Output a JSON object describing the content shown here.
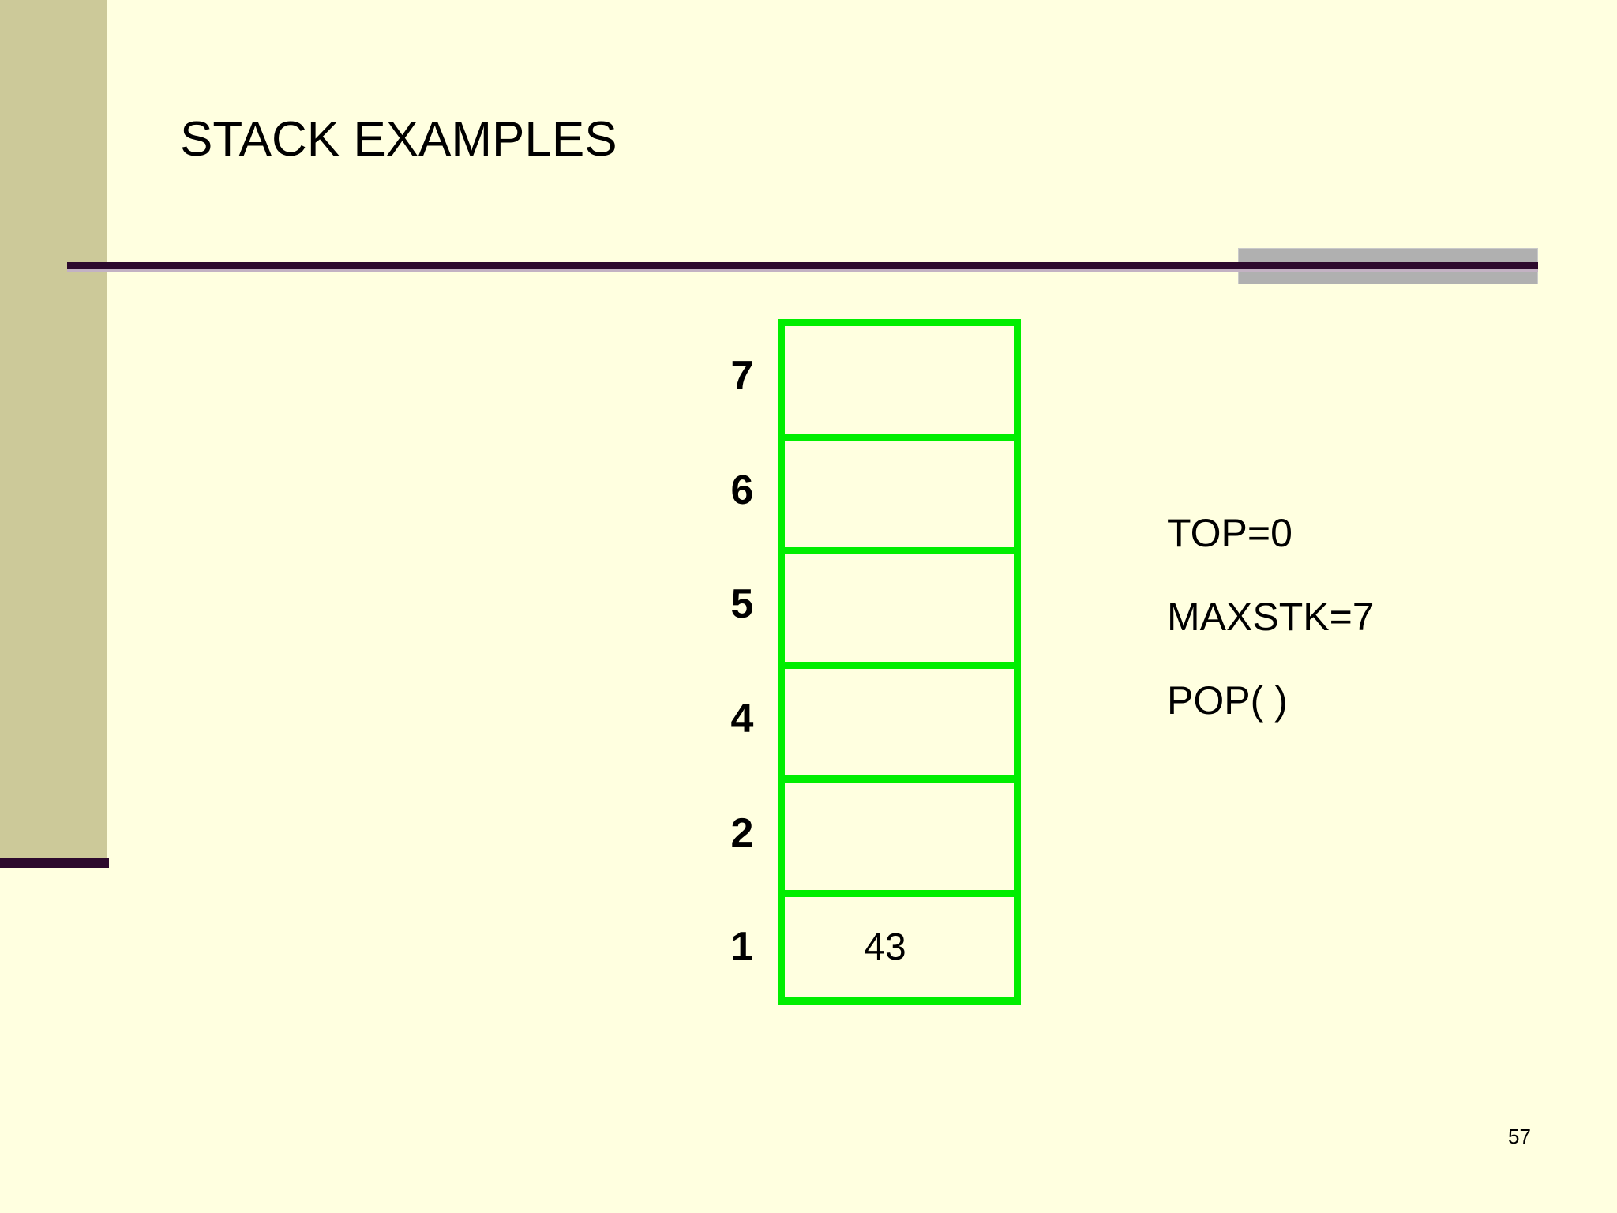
{
  "slide": {
    "title": "STACK EXAMPLES",
    "page_number": "57",
    "colors": {
      "background": "#FFFFE0",
      "sidebar_band": "#CCC999",
      "sidebar_foot": "#2D0A2D",
      "rule": "#2D0A2D",
      "rule_light": "#C3B2C3",
      "gray_block": "#B0B0B0",
      "stack_border": "#00EE00",
      "text": "#000000"
    }
  },
  "stack": {
    "rows": [
      {
        "index": "7",
        "value": ""
      },
      {
        "index": "6",
        "value": ""
      },
      {
        "index": "5",
        "value": ""
      },
      {
        "index": "4",
        "value": ""
      },
      {
        "index": "2",
        "value": ""
      },
      {
        "index": "1",
        "value": "43"
      }
    ]
  },
  "notes": {
    "lines": [
      "TOP=0",
      "MAXSTK=7",
      "POP( )"
    ]
  }
}
